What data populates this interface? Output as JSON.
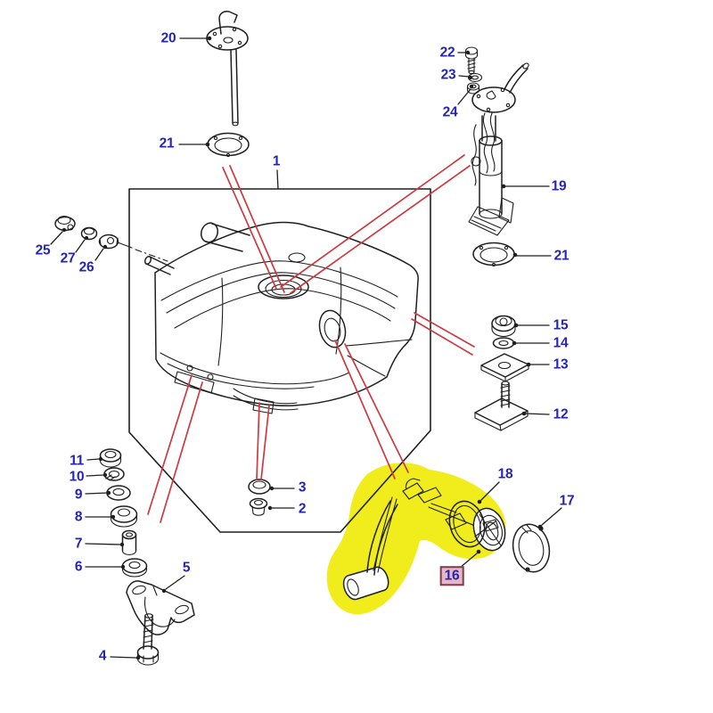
{
  "diagram": {
    "type": "exploded-parts-diagram",
    "subject": "fuel-tank-assembly",
    "colors": {
      "background": "#ffffff",
      "label": "#2525b2",
      "line": "#1f1f1f",
      "red-line": "#cc3a42",
      "highlight": "#f1ed1d",
      "selected-bg": "#e6b7c7",
      "selected-border": "#7e3d49"
    },
    "selected_part": "16",
    "labels": [
      {
        "part": "20",
        "text": "20",
        "selected": false
      },
      {
        "part": "21-left",
        "text": "21",
        "selected": false
      },
      {
        "part": "1",
        "text": "1",
        "selected": false
      },
      {
        "part": "22",
        "text": "22",
        "selected": false
      },
      {
        "part": "23",
        "text": "23",
        "selected": false
      },
      {
        "part": "24",
        "text": "24",
        "selected": false
      },
      {
        "part": "19",
        "text": "19",
        "selected": false
      },
      {
        "part": "21-right",
        "text": "21",
        "selected": false
      },
      {
        "part": "25",
        "text": "25",
        "selected": false
      },
      {
        "part": "27",
        "text": "27",
        "selected": false
      },
      {
        "part": "26",
        "text": "26",
        "selected": false
      },
      {
        "part": "15",
        "text": "15",
        "selected": false
      },
      {
        "part": "14",
        "text": "14",
        "selected": false
      },
      {
        "part": "13",
        "text": "13",
        "selected": false
      },
      {
        "part": "12",
        "text": "12",
        "selected": false
      },
      {
        "part": "11",
        "text": "11",
        "selected": false
      },
      {
        "part": "10",
        "text": "10",
        "selected": false
      },
      {
        "part": "9",
        "text": "9",
        "selected": false
      },
      {
        "part": "8",
        "text": "8",
        "selected": false
      },
      {
        "part": "7",
        "text": "7",
        "selected": false
      },
      {
        "part": "6",
        "text": "6",
        "selected": false
      },
      {
        "part": "5",
        "text": "5",
        "selected": false
      },
      {
        "part": "4",
        "text": "4",
        "selected": false
      },
      {
        "part": "3",
        "text": "3",
        "selected": false
      },
      {
        "part": "2",
        "text": "2",
        "selected": false
      },
      {
        "part": "18",
        "text": "18",
        "selected": false
      },
      {
        "part": "16",
        "text": "16",
        "selected": true
      },
      {
        "part": "17",
        "text": "17",
        "selected": false
      }
    ]
  }
}
